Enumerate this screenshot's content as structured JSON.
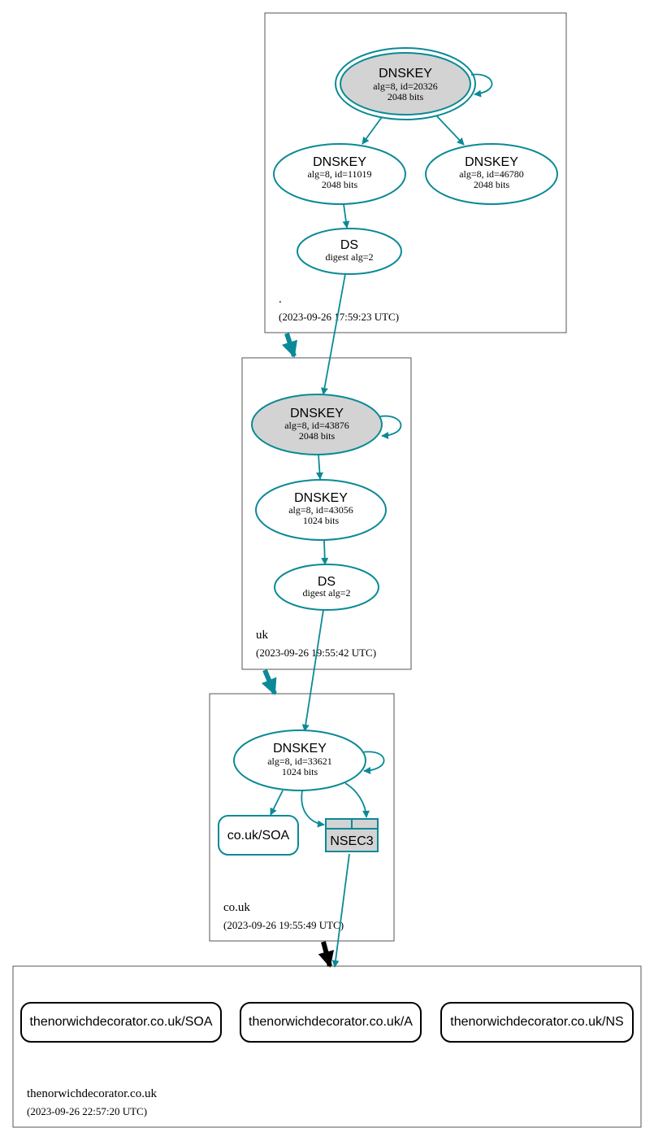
{
  "zones": {
    "root": {
      "name": ".",
      "time": "(2023-09-26 17:59:23 UTC)"
    },
    "uk": {
      "name": "uk",
      "time": "(2023-09-26 19:55:42 UTC)"
    },
    "couk": {
      "name": "co.uk",
      "time": "(2023-09-26 19:55:49 UTC)"
    },
    "domain": {
      "name": "thenorwichdecorator.co.uk",
      "time": "(2023-09-26 22:57:20 UTC)"
    }
  },
  "nodes": {
    "root_ksk": {
      "type": "DNSKEY",
      "line1": "alg=8, id=20326",
      "line2": "2048 bits"
    },
    "root_zsk1": {
      "type": "DNSKEY",
      "line1": "alg=8, id=11019",
      "line2": "2048 bits"
    },
    "root_zsk2": {
      "type": "DNSKEY",
      "line1": "alg=8, id=46780",
      "line2": "2048 bits"
    },
    "root_ds": {
      "type": "DS",
      "line1": "digest alg=2"
    },
    "uk_ksk": {
      "type": "DNSKEY",
      "line1": "alg=8, id=43876",
      "line2": "2048 bits"
    },
    "uk_zsk": {
      "type": "DNSKEY",
      "line1": "alg=8, id=43056",
      "line2": "1024 bits"
    },
    "uk_ds": {
      "type": "DS",
      "line1": "digest alg=2"
    },
    "couk_key": {
      "type": "DNSKEY",
      "line1": "alg=8, id=33621",
      "line2": "1024 bits"
    },
    "couk_soa": {
      "label": "co.uk/SOA"
    },
    "couk_nsec3": {
      "label": "NSEC3"
    },
    "dom_soa": {
      "label": "thenorwichdecorator.co.uk/SOA"
    },
    "dom_a": {
      "label": "thenorwichdecorator.co.uk/A"
    },
    "dom_ns": {
      "label": "thenorwichdecorator.co.uk/NS"
    }
  },
  "colors": {
    "secure": "#0a8a96",
    "delegation_insecure": "#000000",
    "zone_border": "#555555",
    "shaded": "#d3d3d3"
  }
}
